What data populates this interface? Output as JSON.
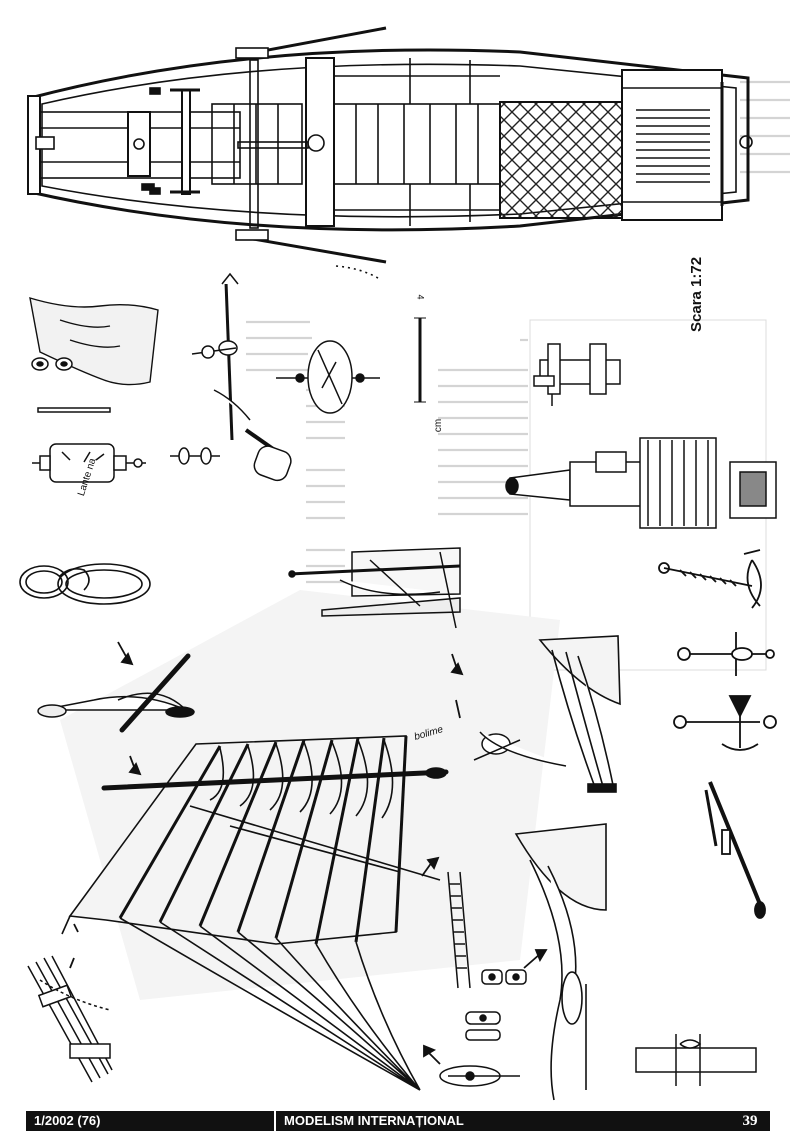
{
  "labels": {
    "scale": "Scara 1:72",
    "cm": "cm",
    "dimension": "4",
    "lante": "Lante na",
    "bolime": "bolime"
  },
  "footer": {
    "issue": "1/2002 (76)",
    "magazine": "MODELISM INTERNAȚIONAL",
    "page_number": "39"
  },
  "colors": {
    "ink": "#111111",
    "paper": "#ffffff",
    "hatch": "#333333",
    "ghost_text": "#c8c8c8"
  }
}
